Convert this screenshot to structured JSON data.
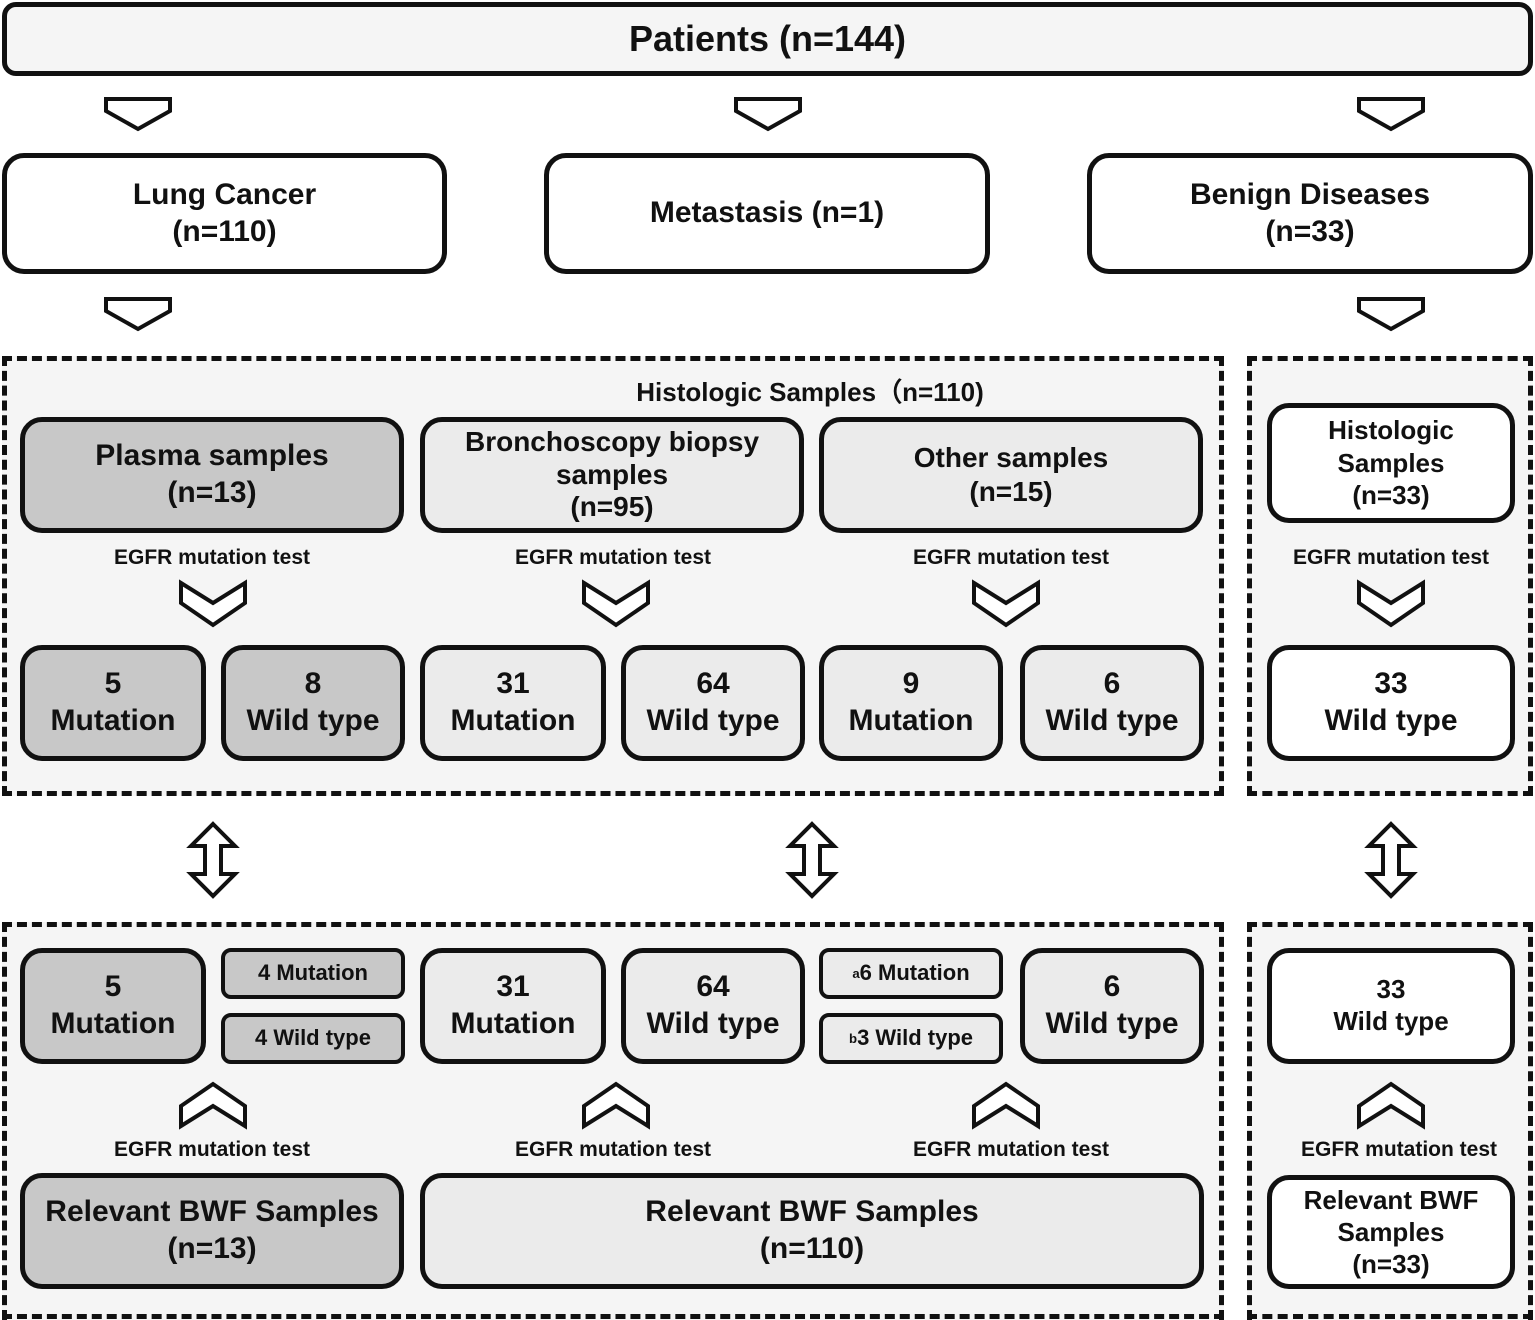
{
  "top": {
    "label": "Patients (n=144)"
  },
  "groups": {
    "lung": {
      "name": "Lung Cancer",
      "n": "(n=110)"
    },
    "meta": {
      "name": "Metastasis (n=1)"
    },
    "benign": {
      "name": "Benign Diseases",
      "n": "(n=33)"
    }
  },
  "histologic": {
    "title": "Histologic Samples（n=110)",
    "plasma": {
      "name": "Plasma samples",
      "n": "(n=13)"
    },
    "broncho": {
      "name1": "Bronchoscopy biopsy",
      "name2": "samples",
      "n": "(n=95)"
    },
    "other": {
      "name": "Other samples",
      "n": "(n=15)"
    },
    "test_label": "EGFR mutation test",
    "results": [
      {
        "count": "5",
        "label": "Mutation"
      },
      {
        "count": "8",
        "label": "Wild type"
      },
      {
        "count": "31",
        "label": "Mutation"
      },
      {
        "count": "64",
        "label": "Wild type"
      },
      {
        "count": "9",
        "label": "Mutation"
      },
      {
        "count": "6",
        "label": "Wild type"
      }
    ]
  },
  "benign_hist": {
    "name1": "Histologic",
    "name2": "Samples",
    "n": "(n=33)",
    "test_label": "EGFR mutation test",
    "result": {
      "count": "33",
      "label": "Wild type"
    }
  },
  "bwf": {
    "test_label": "EGFR mutation test",
    "results": {
      "plasma_mut": {
        "count": "5",
        "label": "Mutation"
      },
      "plasma_sub_mut": "4 Mutation",
      "plasma_sub_wt": "4 Wild type",
      "broncho_mut": {
        "count": "31",
        "label": "Mutation"
      },
      "broncho_wt": {
        "count": "64",
        "label": "Wild type"
      },
      "other_sub_mut": {
        "sup": "a",
        "text": "6 Mutation"
      },
      "other_sub_wt": {
        "sup": "b",
        "text": "3 Wild type"
      },
      "other_wt": {
        "count": "6",
        "label": "Wild type"
      }
    },
    "plasma_samples": {
      "name": "Relevant BWF Samples",
      "n": "(n=13)"
    },
    "lung_samples": {
      "name": "Relevant BWF Samples",
      "n": "(n=110)"
    }
  },
  "benign_bwf": {
    "result": {
      "count": "33",
      "label": "Wild type"
    },
    "test_label": "EGFR mutation test",
    "name1": "Relevant BWF",
    "name2": "Samples",
    "n": "(n=33)"
  }
}
